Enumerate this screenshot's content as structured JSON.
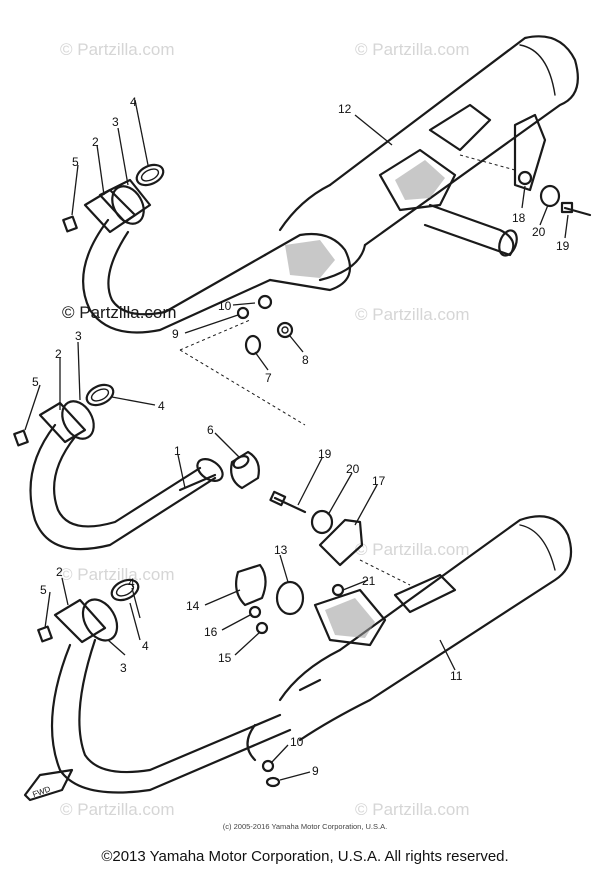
{
  "watermark": "© Partzilla.com",
  "callouts": [
    "1",
    "2",
    "3",
    "4",
    "5",
    "6",
    "7",
    "8",
    "9",
    "10",
    "11",
    "12",
    "13",
    "14",
    "15",
    "16",
    "17",
    "18",
    "19",
    "20",
    "21"
  ],
  "fwd_label": "FWD",
  "small_copyright": "(c) 2005-2016 Yamaha Motor Corporation, U.S.A.",
  "main_copyright": "©2013 Yamaha Motor Corporation, U.S.A. All rights reserved."
}
